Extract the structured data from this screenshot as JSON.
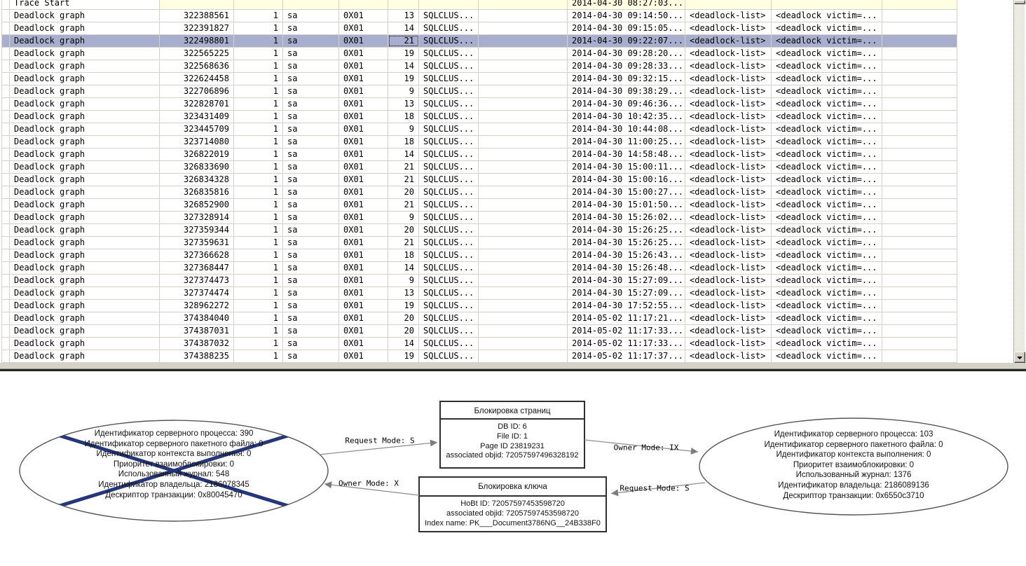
{
  "colors": {
    "selection_bg": "#a8aecd",
    "info_row_bg": "#ffffe1",
    "grid_line": "#d5d1c9",
    "victim_cross": "#25367b",
    "scrollbar_face": "#d6d2ca"
  },
  "table": {
    "selected_index": 3,
    "rows": [
      {
        "event": "Trace Start",
        "text_num": "",
        "one": "",
        "login": "",
        "mode_hex": "",
        "spid": "",
        "app": "",
        "time": "2014-04-30 08:27:03...",
        "xml1": "",
        "xml2": "",
        "info": true
      },
      {
        "event": "Deadlock graph",
        "text_num": "322388561",
        "one": "1",
        "login": "sa",
        "mode_hex": "0X01",
        "spid": "13",
        "app": "SQLCLUS...",
        "time": "2014-04-30 09:14:50...",
        "xml1": "<deadlock-list>",
        "xml2": "<deadlock victim=..."
      },
      {
        "event": "Deadlock graph",
        "text_num": "322391827",
        "one": "1",
        "login": "sa",
        "mode_hex": "0X01",
        "spid": "14",
        "app": "SQLCLUS...",
        "time": "2014-04-30 09:15:05...",
        "xml1": "<deadlock-list>",
        "xml2": "<deadlock victim=..."
      },
      {
        "event": "Deadlock graph",
        "text_num": "322498801",
        "one": "1",
        "login": "sa",
        "mode_hex": "0X01",
        "spid": "21",
        "app": "SQLCLUS...",
        "time": "2014-04-30 09:22:07...",
        "xml1": "<deadlock-list>",
        "xml2": "<deadlock victim=..."
      },
      {
        "event": "Deadlock graph",
        "text_num": "322565225",
        "one": "1",
        "login": "sa",
        "mode_hex": "0X01",
        "spid": "19",
        "app": "SQLCLUS...",
        "time": "2014-04-30 09:28:20...",
        "xml1": "<deadlock-list>",
        "xml2": "<deadlock victim=..."
      },
      {
        "event": "Deadlock graph",
        "text_num": "322568636",
        "one": "1",
        "login": "sa",
        "mode_hex": "0X01",
        "spid": "14",
        "app": "SQLCLUS...",
        "time": "2014-04-30 09:28:33...",
        "xml1": "<deadlock-list>",
        "xml2": "<deadlock victim=..."
      },
      {
        "event": "Deadlock graph",
        "text_num": "322624458",
        "one": "1",
        "login": "sa",
        "mode_hex": "0X01",
        "spid": "19",
        "app": "SQLCLUS...",
        "time": "2014-04-30 09:32:15...",
        "xml1": "<deadlock-list>",
        "xml2": "<deadlock victim=..."
      },
      {
        "event": "Deadlock graph",
        "text_num": "322706896",
        "one": "1",
        "login": "sa",
        "mode_hex": "0X01",
        "spid": "9",
        "app": "SQLCLUS...",
        "time": "2014-04-30 09:38:29...",
        "xml1": "<deadlock-list>",
        "xml2": "<deadlock victim=..."
      },
      {
        "event": "Deadlock graph",
        "text_num": "322828701",
        "one": "1",
        "login": "sa",
        "mode_hex": "0X01",
        "spid": "13",
        "app": "SQLCLUS...",
        "time": "2014-04-30 09:46:36...",
        "xml1": "<deadlock-list>",
        "xml2": "<deadlock victim=..."
      },
      {
        "event": "Deadlock graph",
        "text_num": "323431409",
        "one": "1",
        "login": "sa",
        "mode_hex": "0X01",
        "spid": "18",
        "app": "SQLCLUS...",
        "time": "2014-04-30 10:42:35...",
        "xml1": "<deadlock-list>",
        "xml2": "<deadlock victim=..."
      },
      {
        "event": "Deadlock graph",
        "text_num": "323445709",
        "one": "1",
        "login": "sa",
        "mode_hex": "0X01",
        "spid": "9",
        "app": "SQLCLUS...",
        "time": "2014-04-30 10:44:08...",
        "xml1": "<deadlock-list>",
        "xml2": "<deadlock victim=..."
      },
      {
        "event": "Deadlock graph",
        "text_num": "323714080",
        "one": "1",
        "login": "sa",
        "mode_hex": "0X01",
        "spid": "18",
        "app": "SQLCLUS...",
        "time": "2014-04-30 11:00:25...",
        "xml1": "<deadlock-list>",
        "xml2": "<deadlock victim=..."
      },
      {
        "event": "Deadlock graph",
        "text_num": "326822019",
        "one": "1",
        "login": "sa",
        "mode_hex": "0X01",
        "spid": "14",
        "app": "SQLCLUS...",
        "time": "2014-04-30 14:58:48...",
        "xml1": "<deadlock-list>",
        "xml2": "<deadlock victim=..."
      },
      {
        "event": "Deadlock graph",
        "text_num": "326833690",
        "one": "1",
        "login": "sa",
        "mode_hex": "0X01",
        "spid": "21",
        "app": "SQLCLUS...",
        "time": "2014-04-30 15:00:11...",
        "xml1": "<deadlock-list>",
        "xml2": "<deadlock victim=..."
      },
      {
        "event": "Deadlock graph",
        "text_num": "326834328",
        "one": "1",
        "login": "sa",
        "mode_hex": "0X01",
        "spid": "21",
        "app": "SQLCLUS...",
        "time": "2014-04-30 15:00:16...",
        "xml1": "<deadlock-list>",
        "xml2": "<deadlock victim=..."
      },
      {
        "event": "Deadlock graph",
        "text_num": "326835816",
        "one": "1",
        "login": "sa",
        "mode_hex": "0X01",
        "spid": "20",
        "app": "SQLCLUS...",
        "time": "2014-04-30 15:00:27...",
        "xml1": "<deadlock-list>",
        "xml2": "<deadlock victim=..."
      },
      {
        "event": "Deadlock graph",
        "text_num": "326852900",
        "one": "1",
        "login": "sa",
        "mode_hex": "0X01",
        "spid": "21",
        "app": "SQLCLUS...",
        "time": "2014-04-30 15:01:50...",
        "xml1": "<deadlock-list>",
        "xml2": "<deadlock victim=..."
      },
      {
        "event": "Deadlock graph",
        "text_num": "327328914",
        "one": "1",
        "login": "sa",
        "mode_hex": "0X01",
        "spid": "9",
        "app": "SQLCLUS...",
        "time": "2014-04-30 15:26:02...",
        "xml1": "<deadlock-list>",
        "xml2": "<deadlock victim=..."
      },
      {
        "event": "Deadlock graph",
        "text_num": "327359344",
        "one": "1",
        "login": "sa",
        "mode_hex": "0X01",
        "spid": "20",
        "app": "SQLCLUS...",
        "time": "2014-04-30 15:26:25...",
        "xml1": "<deadlock-list>",
        "xml2": "<deadlock victim=..."
      },
      {
        "event": "Deadlock graph",
        "text_num": "327359631",
        "one": "1",
        "login": "sa",
        "mode_hex": "0X01",
        "spid": "21",
        "app": "SQLCLUS...",
        "time": "2014-04-30 15:26:25...",
        "xml1": "<deadlock-list>",
        "xml2": "<deadlock victim=..."
      },
      {
        "event": "Deadlock graph",
        "text_num": "327366628",
        "one": "1",
        "login": "sa",
        "mode_hex": "0X01",
        "spid": "18",
        "app": "SQLCLUS...",
        "time": "2014-04-30 15:26:43...",
        "xml1": "<deadlock-list>",
        "xml2": "<deadlock victim=..."
      },
      {
        "event": "Deadlock graph",
        "text_num": "327368447",
        "one": "1",
        "login": "sa",
        "mode_hex": "0X01",
        "spid": "14",
        "app": "SQLCLUS...",
        "time": "2014-04-30 15:26:48...",
        "xml1": "<deadlock-list>",
        "xml2": "<deadlock victim=..."
      },
      {
        "event": "Deadlock graph",
        "text_num": "327374473",
        "one": "1",
        "login": "sa",
        "mode_hex": "0X01",
        "spid": "9",
        "app": "SQLCLUS...",
        "time": "2014-04-30 15:27:09...",
        "xml1": "<deadlock-list>",
        "xml2": "<deadlock victim=..."
      },
      {
        "event": "Deadlock graph",
        "text_num": "327374474",
        "one": "1",
        "login": "sa",
        "mode_hex": "0X01",
        "spid": "13",
        "app": "SQLCLUS...",
        "time": "2014-04-30 15:27:09...",
        "xml1": "<deadlock-list>",
        "xml2": "<deadlock victim=..."
      },
      {
        "event": "Deadlock graph",
        "text_num": "328962272",
        "one": "1",
        "login": "sa",
        "mode_hex": "0X01",
        "spid": "19",
        "app": "SQLCLUS...",
        "time": "2014-04-30 17:52:55...",
        "xml1": "<deadlock-list>",
        "xml2": "<deadlock victim=..."
      },
      {
        "event": "Deadlock graph",
        "text_num": "374384040",
        "one": "1",
        "login": "sa",
        "mode_hex": "0X01",
        "spid": "20",
        "app": "SQLCLUS...",
        "time": "2014-05-02 11:17:21...",
        "xml1": "<deadlock-list>",
        "xml2": "<deadlock victim=..."
      },
      {
        "event": "Deadlock graph",
        "text_num": "374387031",
        "one": "1",
        "login": "sa",
        "mode_hex": "0X01",
        "spid": "20",
        "app": "SQLCLUS...",
        "time": "2014-05-02 11:17:33...",
        "xml1": "<deadlock-list>",
        "xml2": "<deadlock victim=..."
      },
      {
        "event": "Deadlock graph",
        "text_num": "374387032",
        "one": "1",
        "login": "sa",
        "mode_hex": "0X01",
        "spid": "14",
        "app": "SQLCLUS...",
        "time": "2014-05-02 11:17:33...",
        "xml1": "<deadlock-list>",
        "xml2": "<deadlock victim=..."
      },
      {
        "event": "Deadlock graph",
        "text_num": "374388235",
        "one": "1",
        "login": "sa",
        "mode_hex": "0X01",
        "spid": "19",
        "app": "SQLCLUS...",
        "time": "2014-05-02 11:17:37...",
        "xml1": "<deadlock-list>",
        "xml2": "<deadlock victim=..."
      }
    ]
  },
  "graph": {
    "victim_node": {
      "crossed_out": true,
      "lines": [
        "Идентификатор серверного процесса: 390",
        "Идентификатор серверного пакетного файла: 0",
        "Идентификатор контекста выполнения: 0",
        "Приоритет взаимоблокировки: 0",
        "Использованный журнал: 548",
        "Идентификатор владельца: 2186078345",
        "Дескриптор транзакции: 0x80045470"
      ]
    },
    "owner_node": {
      "crossed_out": false,
      "lines": [
        "Идентификатор серверного процесса: 103",
        "Идентификатор серверного пакетного файла: 0",
        "Идентификатор контекста выполнения: 0",
        "Приоритет взаимоблокировки: 0",
        "Использованный журнал: 1376",
        "Идентификатор владельца: 2186089136",
        "Дескриптор транзакции: 0x6550c3710"
      ]
    },
    "page_lock": {
      "title": "Блокировка страниц",
      "lines": [
        "DB ID: 6",
        "File ID: 1",
        "Page ID 23819231",
        "associated objid: 72057597496328192"
      ]
    },
    "key_lock": {
      "title": "Блокировка ключа",
      "lines": [
        "HoBt ID: 72057597453598720",
        "associated objid: 72057597453598720",
        "Index name: PK___Document3786NG__24B338F0"
      ]
    },
    "edges": [
      {
        "label": "Request Mode: S"
      },
      {
        "label": "Owner Mode: X"
      },
      {
        "label": "Owner Mode: IX"
      },
      {
        "label": "Request Mode: S"
      }
    ]
  }
}
